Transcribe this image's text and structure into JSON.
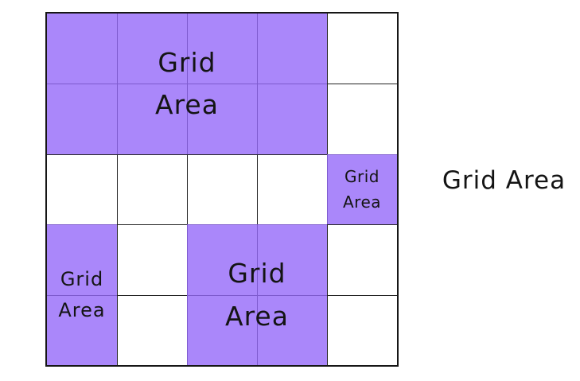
{
  "diagram": {
    "background_color": "#ffffff",
    "grid": {
      "rows": 5,
      "columns": 5,
      "outer_border_color": "#161616",
      "line_color": "#242424",
      "area_fill_rgba": "rgba(149,105,249,0.8)",
      "area_fill_over_white_hex": "#AA87FA",
      "areas": [
        {
          "name": "top-area",
          "col_start": 1,
          "col_end": 5,
          "row_start": 1,
          "row_end": 3,
          "lines": [
            "Grid",
            "Area"
          ]
        },
        {
          "name": "right-single-cell",
          "col_start": 5,
          "col_end": 6,
          "row_start": 3,
          "row_end": 4,
          "lines": [
            "Grid",
            "Area"
          ]
        },
        {
          "name": "bottom-left-area",
          "col_start": 1,
          "col_end": 2,
          "row_start": 4,
          "row_end": 6,
          "lines": [
            "Grid",
            "Area"
          ]
        },
        {
          "name": "bottom-mid-area",
          "col_start": 3,
          "col_end": 5,
          "row_start": 4,
          "row_end": 6,
          "lines": [
            "Grid",
            "Area"
          ]
        }
      ]
    },
    "side_label": {
      "text": "Grid Area"
    },
    "text_color": "#141414"
  }
}
